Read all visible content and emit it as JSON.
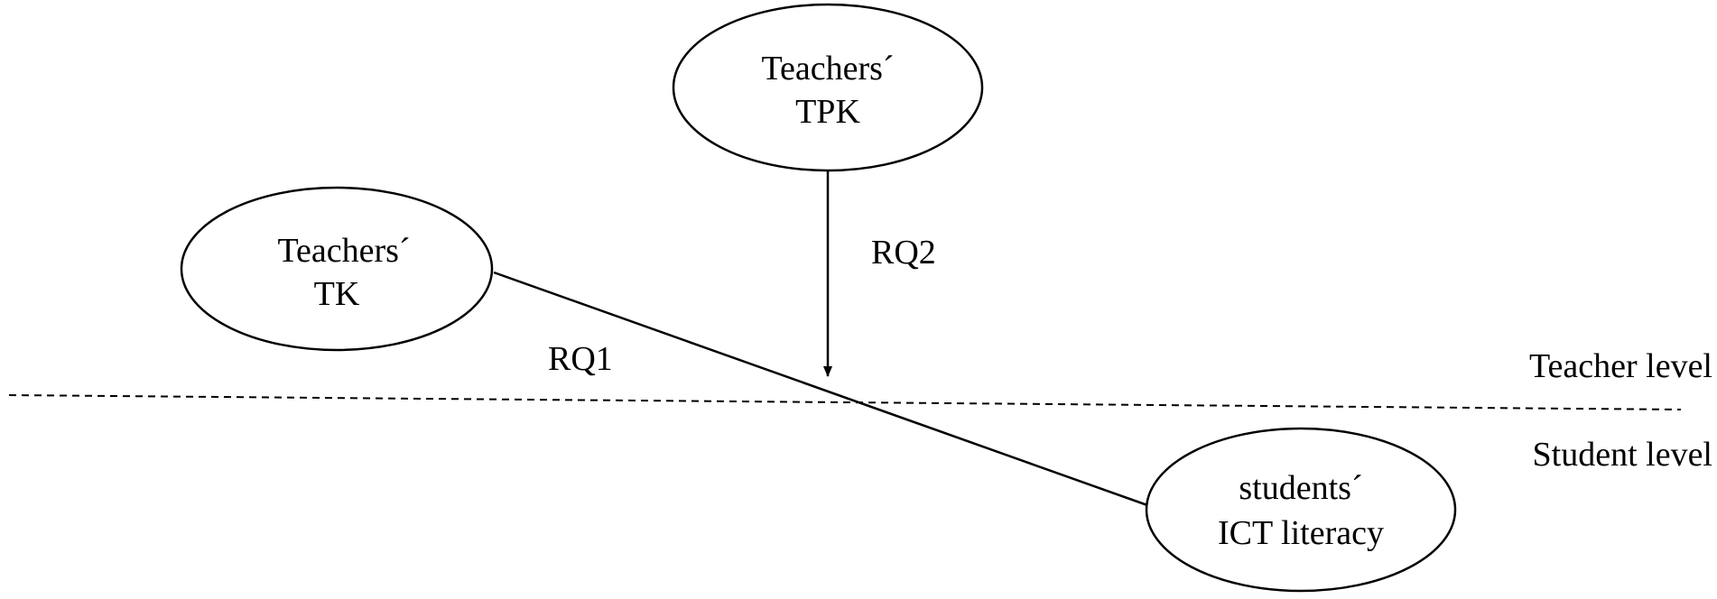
{
  "nodes": {
    "teachers_tpk": {
      "line1": "Teachers´",
      "line2": "TPK"
    },
    "teachers_tk": {
      "line1": "Teachers´",
      "line2": "TK"
    },
    "students_ict": {
      "line1": "students´",
      "line2": "ICT literacy"
    }
  },
  "edges": {
    "rq1": {
      "label": "RQ1"
    },
    "rq2": {
      "label": "RQ2"
    }
  },
  "levels": {
    "teacher": "Teacher level",
    "student": "Student level"
  }
}
